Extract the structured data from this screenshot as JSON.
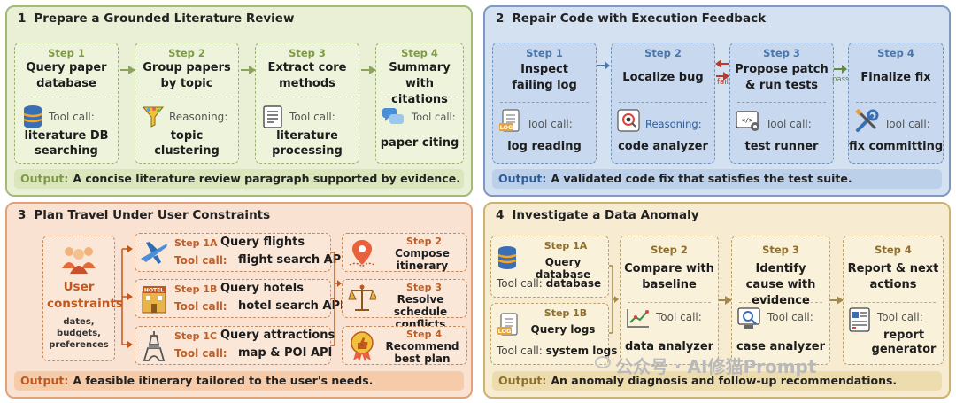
{
  "panel1": {
    "num": "1",
    "title": "Prepare a Grounded Literature Review",
    "steps": [
      {
        "step": "Step 1",
        "title": "Query paper database",
        "tool_label": "Tool call:",
        "tool": "literature DB searching",
        "icon": "database-icon"
      },
      {
        "step": "Step 2",
        "title": "Group papers by topic",
        "tool_label": "Reasoning:",
        "tool": "topic clustering",
        "icon": "funnel-icon"
      },
      {
        "step": "Step 3",
        "title": "Extract core methods",
        "tool_label": "Tool call:",
        "tool": "literature processing",
        "icon": "document-icon"
      },
      {
        "step": "Step 4",
        "title": "Summary with citations",
        "tool_label": "Tool call:",
        "tool": "paper citing",
        "icon": "chat-bubbles-icon"
      }
    ],
    "output_label": "Output:",
    "output": "A concise literature review paragraph supported by evidence."
  },
  "panel2": {
    "num": "2",
    "title": "Repair Code with Execution Feedback",
    "steps": [
      {
        "step": "Step 1",
        "title": "Inspect failing log",
        "tool_label": "Tool call:",
        "tool": "log reading",
        "icon": "log-file-icon"
      },
      {
        "step": "Step 2",
        "title": "Localize bug",
        "tool_label": "Reasoning:",
        "tool": "code analyzer",
        "icon": "bug-search-icon"
      },
      {
        "step": "Step 3",
        "title": "Propose patch & run tests",
        "tool_label": "Tool call:",
        "tool": "test runner",
        "icon": "code-gear-icon"
      },
      {
        "step": "Step 4",
        "title": "Finalize fix",
        "tool_label": "Tool call:",
        "tool": "fix committing",
        "icon": "wrench-screwdriver-icon"
      }
    ],
    "fail_label": "fail",
    "pass_label": "pass",
    "output_label": "Output:",
    "output": "A validated code fix that satisfies the test suite."
  },
  "panel3": {
    "num": "3",
    "title": "Plan Travel Under User Constraints",
    "constraints_title": "User constraints",
    "constraints_sub": "dates, budgets, preferences",
    "branches": [
      {
        "step": "Step 1A",
        "title": "Query flights",
        "tool_label": "Tool call:",
        "tool": "flight search API",
        "icon": "airplane-icon"
      },
      {
        "step": "Step 1B",
        "title": "Query hotels",
        "tool_label": "Tool call:",
        "tool": "hotel search API",
        "icon": "hotel-icon",
        "sign": "HOTEL"
      },
      {
        "step": "Step 1C",
        "title": "Query attractions",
        "tool_label": "Tool call:",
        "tool": "map & POI API",
        "icon": "eiffel-tower-icon"
      }
    ],
    "right_steps": [
      {
        "step": "Step 2",
        "title": "Compose itinerary",
        "icon": "map-pin-icon"
      },
      {
        "step": "Step 3",
        "title": "Resolve schedule conflicts",
        "icon": "balance-scale-icon"
      },
      {
        "step": "Step 4",
        "title": "Recommend best plan",
        "icon": "thumbs-up-badge-icon"
      }
    ],
    "output_label": "Output:",
    "output": "A feasible itinerary tailored to the user's needs."
  },
  "panel4": {
    "num": "4",
    "title": "Investigate a Data Anomaly",
    "step1a": {
      "step": "Step 1A",
      "title": "Query database",
      "tool_label": "Tool call:",
      "tool": "database",
      "icon": "database-icon"
    },
    "step1b": {
      "step": "Step 1B",
      "title": "Query logs",
      "tool_label": "Tool call:",
      "tool": "system logs",
      "icon": "log-file-icon"
    },
    "steps": [
      {
        "step": "Step 2",
        "title": "Compare with baseline",
        "tool_label": "Tool call:",
        "tool": "data analyzer",
        "icon": "line-chart-icon"
      },
      {
        "step": "Step 3",
        "title": "Identify cause with evidence",
        "tool_label": "Tool call:",
        "tool": "case analyzer",
        "icon": "magnifier-screen-icon"
      },
      {
        "step": "Step 4",
        "title": "Report & next actions",
        "tool_label": "Tool call:",
        "tool": "report generator",
        "icon": "report-icon"
      }
    ],
    "output_label": "Output:",
    "output": "An anomaly diagnosis and follow-up recommendations."
  },
  "watermark": "公众号 · AI修猫Prompt",
  "icon_labels": {
    "log": "LOG"
  }
}
